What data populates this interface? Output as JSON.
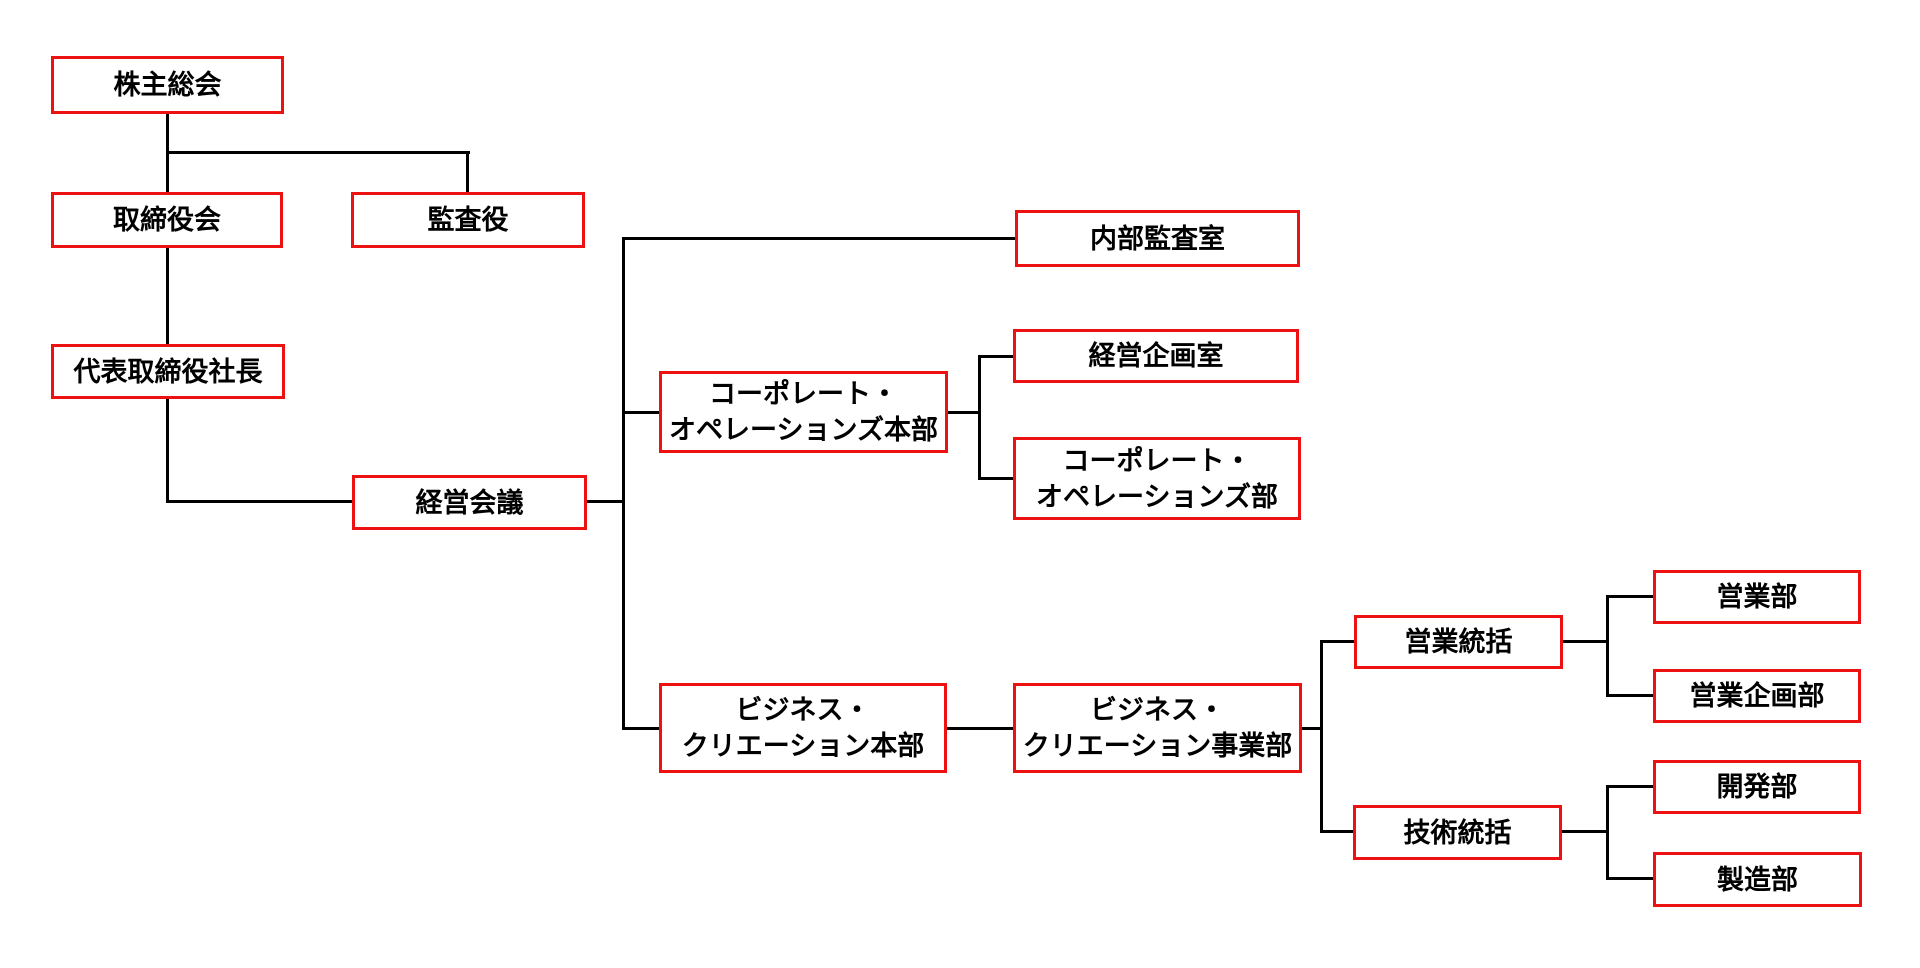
{
  "diagram": {
    "type": "org-chart",
    "background_color": "#ffffff",
    "node_border_color": "#ee1111",
    "node_fill_color": "#ffffff",
    "node_text_color": "#000000",
    "connector_color": "#000000",
    "nodes": [
      {
        "id": "shareholders-meeting",
        "label": "株主総会",
        "reports_to": null
      },
      {
        "id": "board-of-directors",
        "label": "取締役会",
        "reports_to": "shareholders-meeting"
      },
      {
        "id": "auditor",
        "label": "監査役",
        "reports_to": "shareholders-meeting"
      },
      {
        "id": "president",
        "label": "代表取締役社長",
        "reports_to": "board-of-directors"
      },
      {
        "id": "management-council",
        "label": "経営会議",
        "reports_to": "president"
      },
      {
        "id": "internal-audit-office",
        "label": "内部監査室",
        "reports_to": "management-council"
      },
      {
        "id": "corporate-operations-hq",
        "label": "コーポレート・\nオペレーションズ本部",
        "reports_to": "management-council"
      },
      {
        "id": "management-planning-office",
        "label": "経営企画室",
        "reports_to": "corporate-operations-hq"
      },
      {
        "id": "corporate-operations-dept",
        "label": "コーポレート・\nオペレーションズ部",
        "reports_to": "corporate-operations-hq"
      },
      {
        "id": "business-creation-hq",
        "label": "ビジネス・\nクリエーション本部",
        "reports_to": "management-council"
      },
      {
        "id": "business-creation-division",
        "label": "ビジネス・\nクリエーション事業部",
        "reports_to": "business-creation-hq"
      },
      {
        "id": "sales-supervision",
        "label": "営業統括",
        "reports_to": "business-creation-division"
      },
      {
        "id": "sales-dept",
        "label": "営業部",
        "reports_to": "sales-supervision"
      },
      {
        "id": "sales-planning-dept",
        "label": "営業企画部",
        "reports_to": "sales-supervision"
      },
      {
        "id": "technology-supervision",
        "label": "技術統括",
        "reports_to": "business-creation-division"
      },
      {
        "id": "development-dept",
        "label": "開発部",
        "reports_to": "technology-supervision"
      },
      {
        "id": "manufacturing-dept",
        "label": "製造部",
        "reports_to": "technology-supervision"
      }
    ]
  }
}
